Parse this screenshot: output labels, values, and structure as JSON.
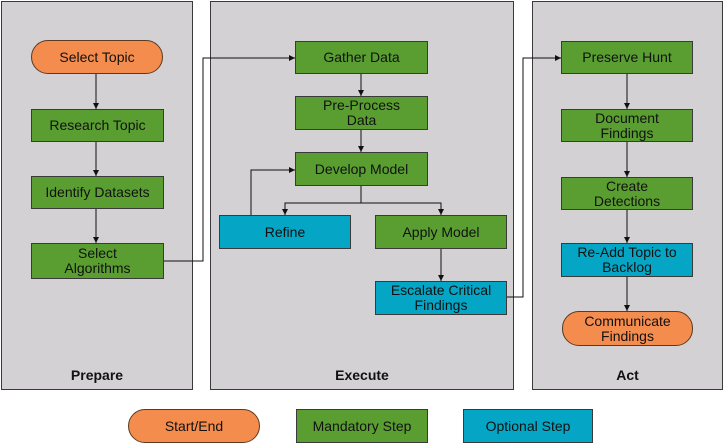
{
  "lanes": {
    "prepare": "Prepare",
    "execute": "Execute",
    "act": "Act"
  },
  "nodes": {
    "select_topic": "Select Topic",
    "research_topic": "Research Topic",
    "identify_datasets": "Identify Datasets",
    "select_algorithms": "Select Algorithms",
    "gather_data": "Gather Data",
    "preprocess_data": "Pre-Process Data",
    "develop_model": "Develop Model",
    "refine": "Refine",
    "apply_model": "Apply Model",
    "escalate": "Escalate Critical Findings",
    "preserve_hunt": "Preserve Hunt",
    "document_findings": "Document Findings",
    "create_detections": "Create Detections",
    "readd_topic": "Re-Add Topic to Backlog",
    "communicate": "Communicate Findings"
  },
  "legend": {
    "start_end": "Start/End",
    "mandatory": "Mandatory Step",
    "optional": "Optional Step"
  },
  "colors": {
    "lane_bg": "#d4d1d4",
    "start_end": "#f48c4e",
    "mandatory": "#5a9e32",
    "optional": "#05a6c5"
  }
}
